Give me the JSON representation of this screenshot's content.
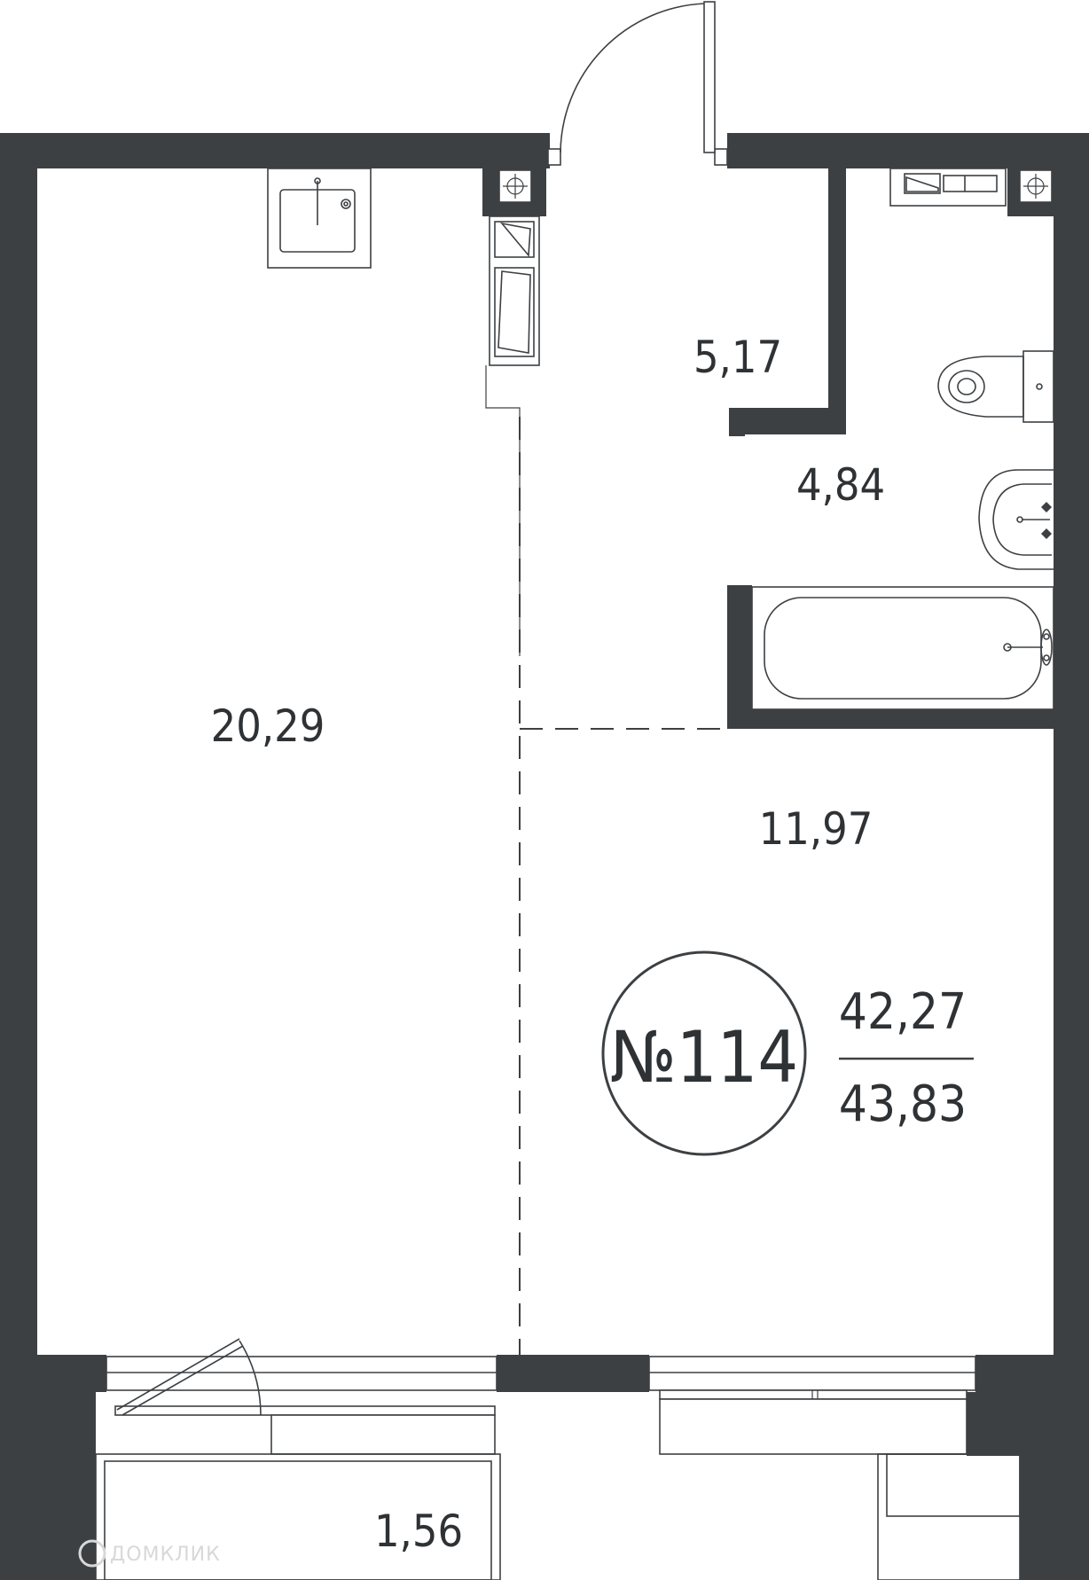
{
  "rooms": [
    {
      "id": "living",
      "area": "20,29"
    },
    {
      "id": "hall",
      "area": "5,17"
    },
    {
      "id": "bathroom",
      "area": "4,84"
    },
    {
      "id": "kitchen",
      "area": "11,97"
    },
    {
      "id": "balcony",
      "area": "1,56"
    }
  ],
  "apartment": {
    "number": "№114",
    "living_area": "42,27",
    "total_area": "43,83"
  },
  "watermark": "ДОМКЛИК",
  "colors": {
    "wall": "#3d4043",
    "text": "#2f3235",
    "background": "#ffffff"
  }
}
